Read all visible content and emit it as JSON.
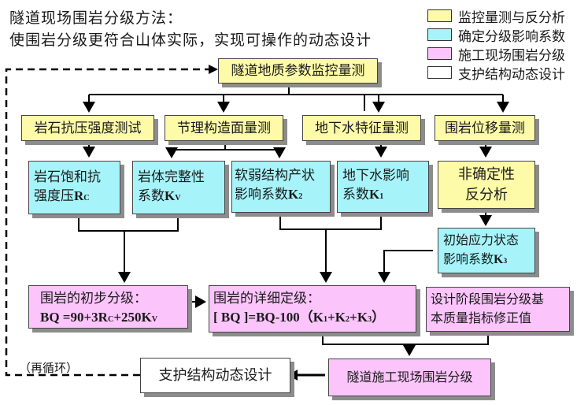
{
  "header": {
    "title_line1": "隧道现场围岩分级方法：",
    "title_line2": "使围岩分级更符合山体实际，实现可操作的动态设计"
  },
  "legend": [
    {
      "label": "监控量测与反分析",
      "color": "#fdfaa8"
    },
    {
      "label": "确定分级影响系数",
      "color": "#a6f4fa"
    },
    {
      "label": "施工现场围岩分级",
      "color": "#fbc4fb"
    },
    {
      "label": "支护结构动态设计",
      "color": "#ffffff"
    }
  ],
  "nodes": {
    "root": "隧道地质参数监控量测",
    "rock_strength_test": "岩石抗压强度测试",
    "joint_measure": "节理构造面量测",
    "groundwater_measure": "地下水特征量测",
    "displacement_measure": "围岩位移量测",
    "rc": {
      "line1": "岩石饱和抗",
      "line2": "强度压",
      "symbol": "R",
      "sub": "C"
    },
    "kv": {
      "line1": "岩体完整性",
      "line2": "系数",
      "symbol": "K",
      "sub": "V"
    },
    "k2": {
      "line1": "软弱结构产状",
      "line2": "影响系数",
      "symbol": "K",
      "sub": "2"
    },
    "k1": {
      "line1": "地下水影响",
      "line2": "系数",
      "symbol": "K",
      "sub": "1"
    },
    "back_analysis": {
      "line1": "非确定性",
      "line2": "反分析"
    },
    "k3": {
      "line1": "初始应力状态",
      "line2": "影响系数",
      "symbol": "K",
      "sub": "3"
    },
    "prelim": {
      "line1": "围岩的初步分级：",
      "line2": "BQ =90+3R",
      "sub_a": "C",
      "line2b": "+250K",
      "sub_b": "V"
    },
    "detailed": {
      "line1": "围岩的详细定级：",
      "line2": "[ BQ ]=BQ-100（K",
      "s1": "1",
      "p1": "+K",
      "s2": "2",
      "p2": "+K",
      "s3": "3",
      "end": "）"
    },
    "design_correction": {
      "line1": "设计阶段围岩分级基",
      "line2": "本质量指标修正值"
    },
    "site_classification": "隧道施工现场围岩分级",
    "support_design": "支护结构动态设计"
  },
  "loop_label": "（再循环）"
}
